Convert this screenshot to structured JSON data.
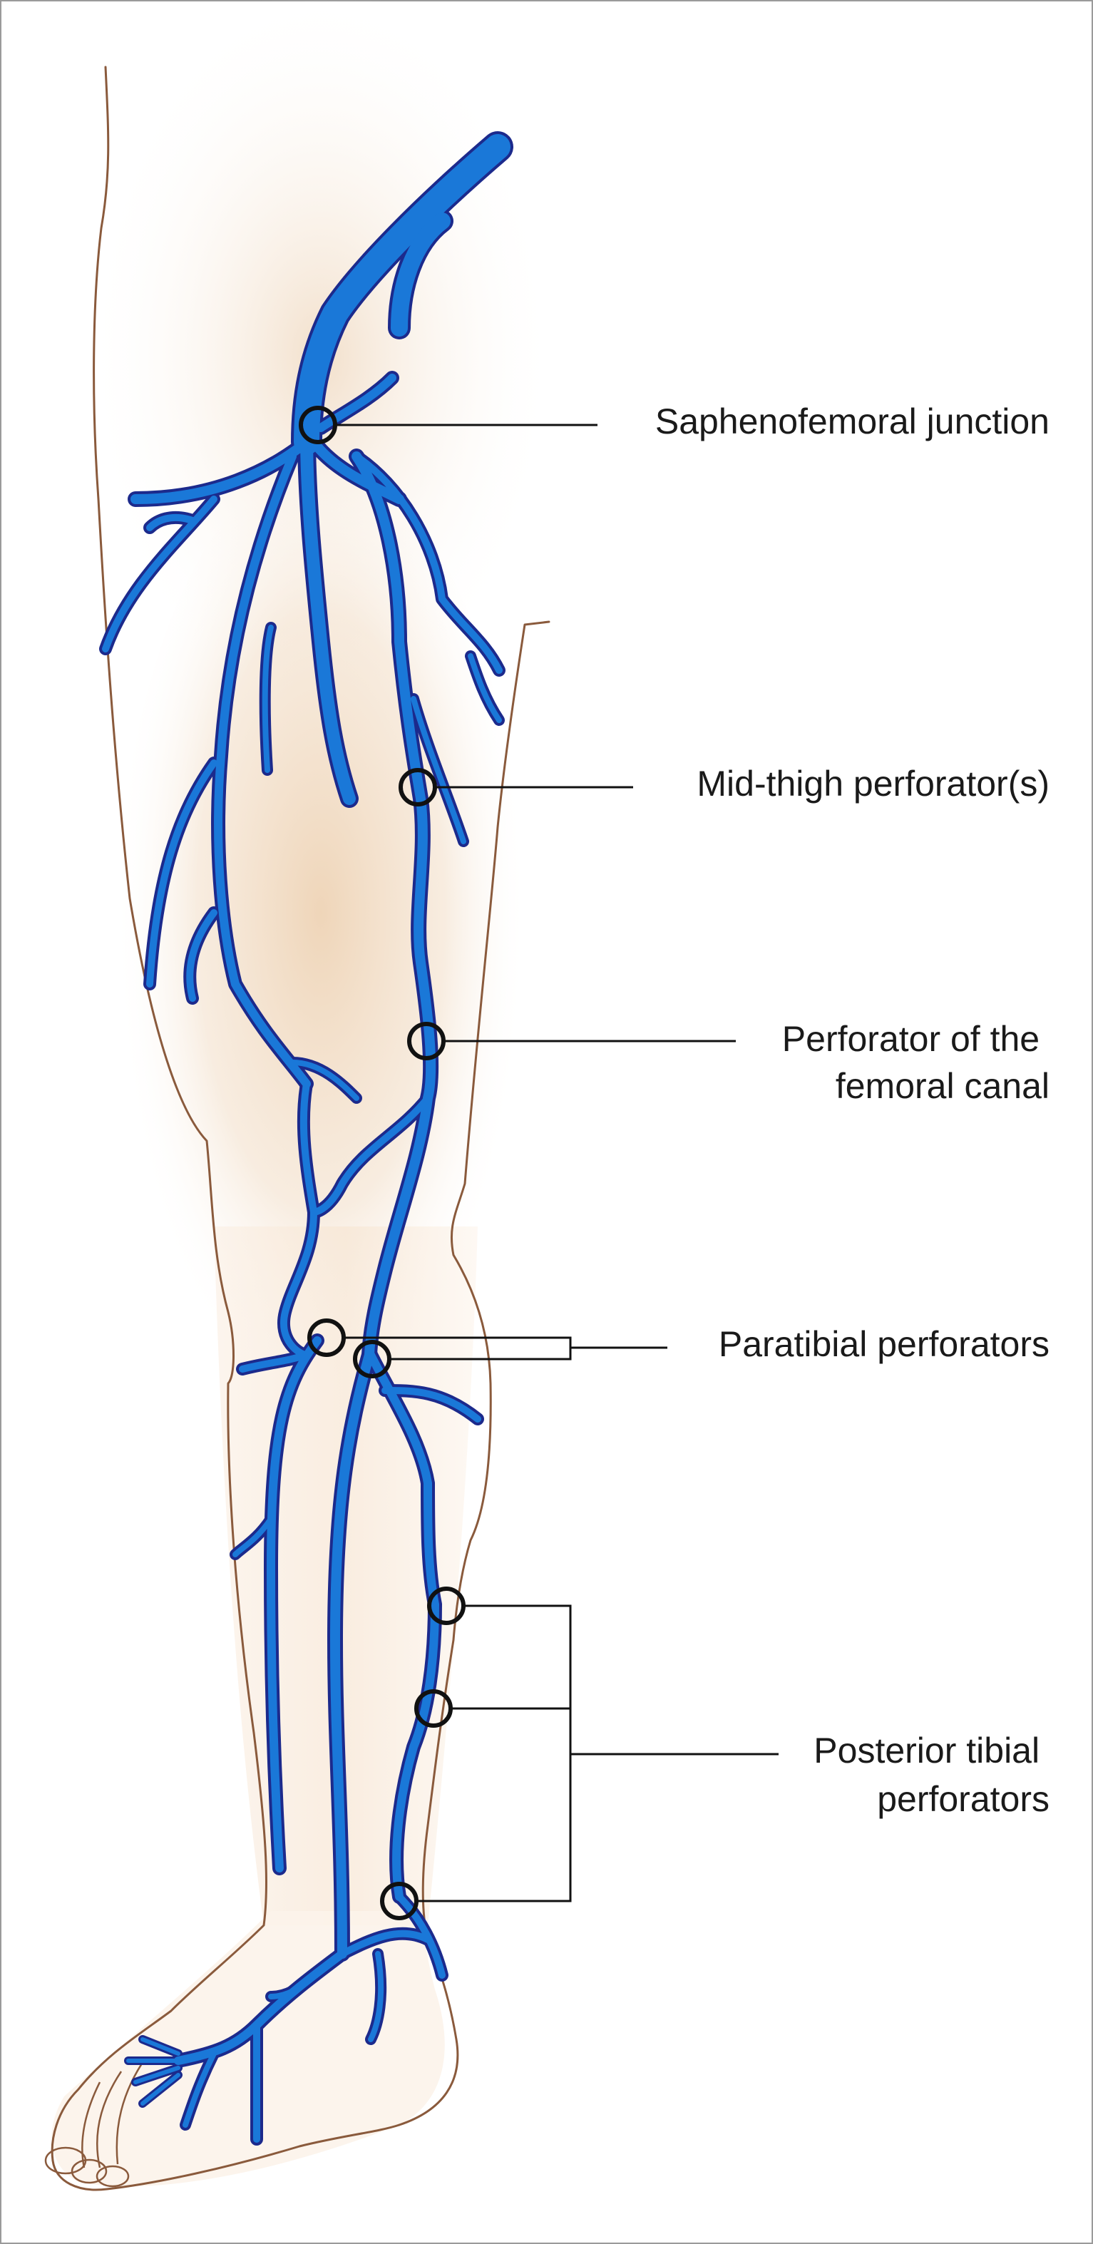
{
  "diagram": {
    "labels": {
      "saphenofemoral": [
        "Saphenofemoral junction"
      ],
      "midthigh": [
        "Mid-thigh perforator(s)"
      ],
      "femoral_canal": [
        "Perforator of the",
        "femoral canal"
      ],
      "paratibial": [
        "Paratibial perforators"
      ],
      "posterior_tibial": [
        "Posterior tibial",
        "perforators"
      ]
    },
    "colors": {
      "vein": "#1a78d8",
      "vein_outline": "#1c2a8c",
      "skin_outline": "#8a5a3c",
      "skin_shading": "#eed3b5",
      "marker": "#111111"
    }
  }
}
